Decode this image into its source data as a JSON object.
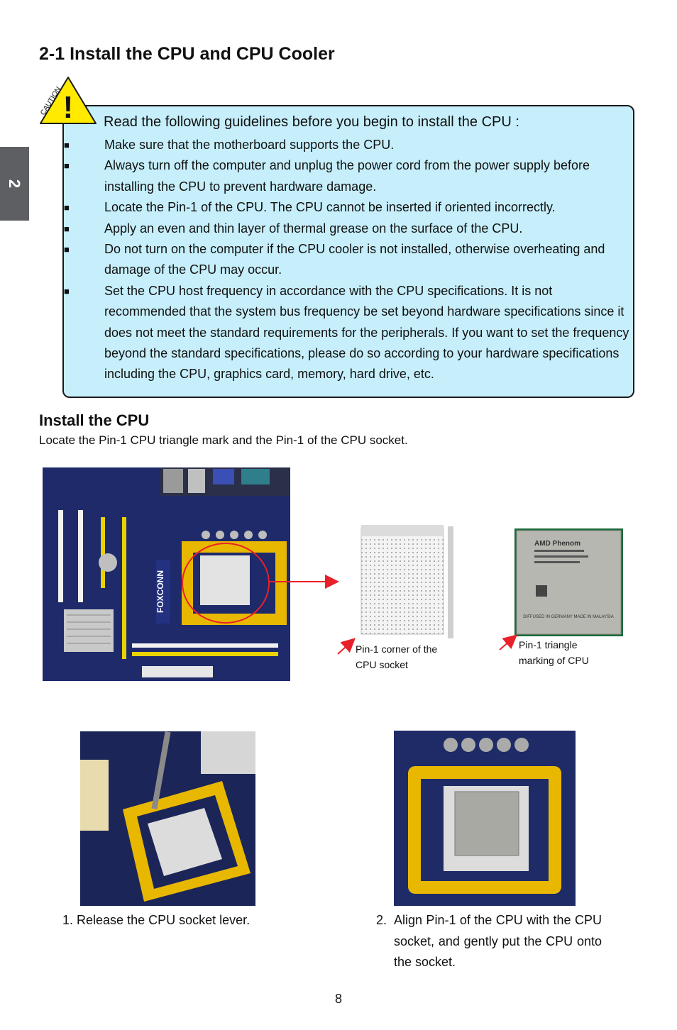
{
  "side_tab": {
    "chapter": "2"
  },
  "title": "2-1 Install the CPU and CPU Cooler",
  "caution": {
    "icon_label": "CAUTION",
    "intro": "Read the following guidelines before you begin to install the CPU :",
    "items": [
      "Make sure that the motherboard supports the CPU.",
      "Always turn off the computer and unplug the power cord from the power supply before installing the CPU to prevent hardware damage.",
      "Locate the Pin-1 of the CPU. The CPU cannot be inserted if oriented incorrectly.",
      "Apply an even and thin layer of thermal grease on the surface of the CPU.",
      "Do not turn on the computer if the CPU cooler is not installed, otherwise overheating and damage of the CPU may occur.",
      "Set the CPU host frequency in accordance with the CPU specifications. It is not recommended that the system bus frequency be set beyond hardware specifications since it does not meet the standard requirements for the peripherals. If you want to set the frequency beyond the standard specifications, please do so according to your hardware specifications including the CPU, graphics card, memory, hard drive, etc."
    ]
  },
  "install": {
    "title": "Install the CPU",
    "description": "Locate the Pin-1 CPU triangle mark and the Pin-1 of the CPU socket."
  },
  "photos": {
    "mb_brand": "FOXCONN",
    "cpu_brand": "AMD Phenom",
    "cpu_origin": "DIFFUSED IN GERMANY MADE IN MALAYSIA"
  },
  "labels": {
    "socket_line1": "Pin-1 corner of the",
    "socket_line2": "CPU socket",
    "cpu_line1": "Pin-1 triangle",
    "cpu_line2": "marking of CPU"
  },
  "steps": [
    {
      "number": "1.",
      "text": "Release the CPU socket lever."
    },
    {
      "number": "2.",
      "text": "Align Pin-1 of the CPU with the CPU socket, and gently put the CPU onto the socket."
    }
  ],
  "colors": {
    "caution_bg": "#c6eefb",
    "warning_yellow": "#ffea00",
    "arrow_red": "#e8202a",
    "tab_gray": "#5e5f63"
  },
  "page_number": "8"
}
